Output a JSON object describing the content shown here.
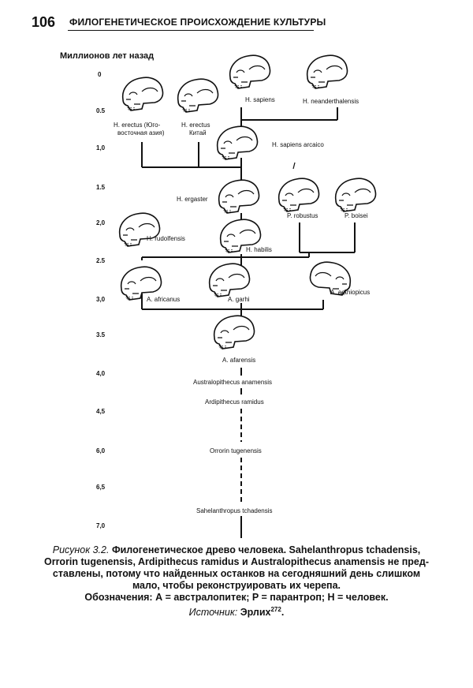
{
  "header": {
    "page_number": "106",
    "running_title": "ФИЛОГЕНЕТИЧЕСКОЕ ПРОИСХОЖДЕНИЕ КУЛЬТУРЫ"
  },
  "figure": {
    "axis_title": "Миллионов лет назад",
    "ticks": [
      "0",
      "0.5",
      "1,0",
      "1.5",
      "2,0",
      "2.5",
      "3,0",
      "3.5",
      "4,0",
      "4,5",
      "6,0",
      "6,5",
      "7,0"
    ],
    "species": {
      "h_sapiens": "H. sapiens",
      "h_neanderthalensis": "H. neanderthalensis",
      "h_erectus_asia_1": "H. erectus (Юго-",
      "h_erectus_asia_2": "восточная азия)",
      "h_erectus_china_1": "H. erectus",
      "h_erectus_china_2": "Китай",
      "h_sapiens_arcaico": "H. sapiens arcaico",
      "h_ergaster": "H. ergaster",
      "p_robustus": "P. robustus",
      "p_boisei": "P. boisei",
      "h_rudolfensis": "H. rudolfensis",
      "h_habilis": "H. habilis",
      "a_africanus": "A. africanus",
      "a_garhi": "A. garhi",
      "a_aethiopicus": "A. aethiopicus",
      "a_afarensis": "A. afarensis",
      "australopithecus_anamensis": "Australopithecus anamensis",
      "ardipithecus_ramidus": "Ardipithecus ramidus",
      "orrorin_tugenensis": "Orrorin tugenensis",
      "sahelanthropus_tchadensis": "Sahelanthropus tchadensis"
    }
  },
  "caption": {
    "label": "Рисунок 3.2.",
    "line1": "Филогенетическое древо человека. Sahelanthropus tchadensis,",
    "line2": "Orrorin tugenensis, Ardipithecus ramidus и Australopithecus anamensis не пред-",
    "line3": "ставлены, потому что найденных останков на сегодняшний день слишком",
    "line4": "мало, чтобы реконструировать их черепа.",
    "line5": "Обозначения: А = австралопитек; P = парантроп; H = человек.",
    "source_label": "Источник:",
    "source_name": "Эрлих",
    "source_ref": "272",
    "source_end": "."
  }
}
